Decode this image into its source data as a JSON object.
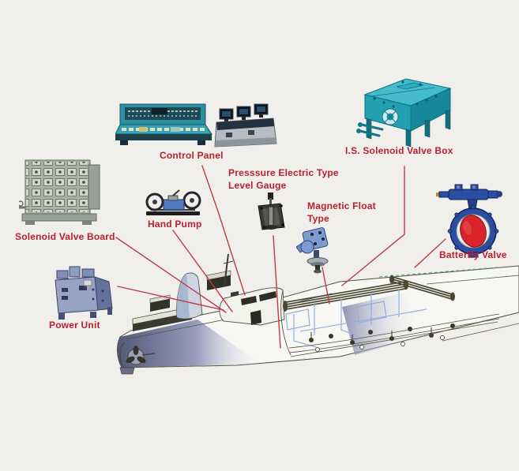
{
  "colors": {
    "background": "#f0efec",
    "label_red": "#bc1f2e",
    "leader_red": "#c13a4a",
    "teal_equipment": "#22a0b2",
    "valve_blue": "#2c4ea2",
    "valve_disc_red": "#d9222a",
    "drawing_ink": "#54533d",
    "pipe_blue": "#93aede"
  },
  "labels": {
    "control_panel": "Control Panel",
    "is_solenoid_valve_box": "I.S. Solenoid Valve Box",
    "solenoid_valve_board": "Solenoid Valve Board",
    "hand_pump": "Hand Pump",
    "pressure_level_gauge_line1": "Presssure Electric Type",
    "pressure_level_gauge_line2": "Level Gauge",
    "magnetic_float_line1": "Magnetic Float",
    "magnetic_float_line2": "Type",
    "batterfly_valve": "Batterfly Valve",
    "power_unit": "Power Unit"
  }
}
